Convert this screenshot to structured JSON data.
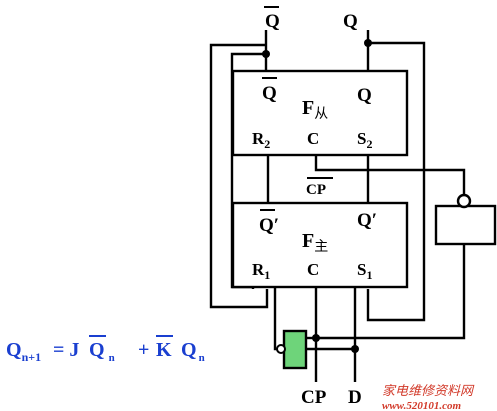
{
  "top_labels": {
    "qbar": "Q",
    "q": "Q"
  },
  "slave": {
    "qbar": "Q",
    "name": "F",
    "name_sub": "从",
    "q": "Q",
    "r": "R",
    "r_sub": "2",
    "c": "C",
    "s": "S",
    "s_sub": "2"
  },
  "cp_bar": "CP",
  "master": {
    "qbar": "Q′",
    "name": "F",
    "name_sub": "主",
    "q": "Q′",
    "r": "R",
    "r_sub": "1",
    "c": "C",
    "s": "S",
    "s_sub": "1"
  },
  "bottom_labels": {
    "cp": "CP",
    "d": "D"
  },
  "equation": {
    "q": "Q",
    "q_sub": "n+1",
    "eq": "= J",
    "qn1": "Q",
    "n1": "n",
    "plus": "+",
    "kbar": "K",
    "qn2": "Q",
    "n2": "n"
  },
  "watermark": {
    "chinese": "家电维修资料网",
    "url": "www.520101.com"
  },
  "colors": {
    "equation": "#1a3fd0",
    "gate_fill": "#6ed47a",
    "watermark": "#d23a2a"
  }
}
